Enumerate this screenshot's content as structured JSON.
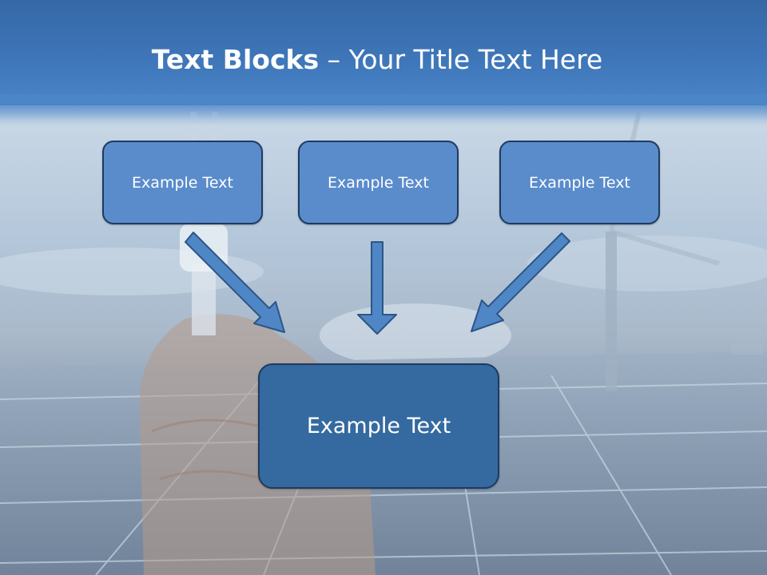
{
  "slide": {
    "title_bold": "Text Blocks",
    "title_dash": " – ",
    "title_rest": "Your Title Text Here"
  },
  "blocks": {
    "top_left": "Example Text",
    "top_center": "Example Text",
    "top_right": "Example Text",
    "main": "Example Text"
  },
  "colors": {
    "box_fill": "#5a8ccc",
    "main_box_fill": "#346a9f",
    "box_border": "#1f3a5f",
    "arrow_fill": "#4f86c6",
    "header": "#3f77ba"
  },
  "icons": {
    "arrow_left": "diagonal-down-right-arrow",
    "arrow_center": "down-arrow",
    "arrow_right": "diagonal-down-left-arrow"
  }
}
